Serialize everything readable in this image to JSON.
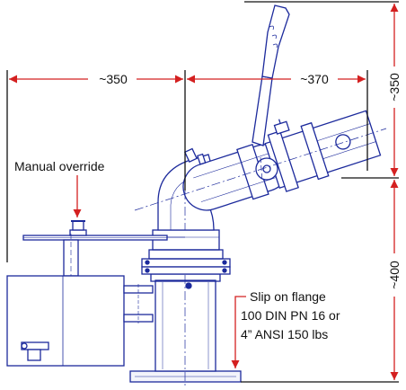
{
  "colors": {
    "drawing": "#1c2a9c",
    "dimension": "#d42020",
    "text": "#111111",
    "background": "#ffffff"
  },
  "dimensions": {
    "width_left": "~350",
    "width_right": "~370",
    "height_top": "~350",
    "height_bottom": "~400"
  },
  "callouts": {
    "manual_override": "Manual override",
    "flange_line1": "Slip on flange",
    "flange_line2": "100 DIN PN 16 or",
    "flange_line3": "4” ANSI 150 lbs"
  }
}
